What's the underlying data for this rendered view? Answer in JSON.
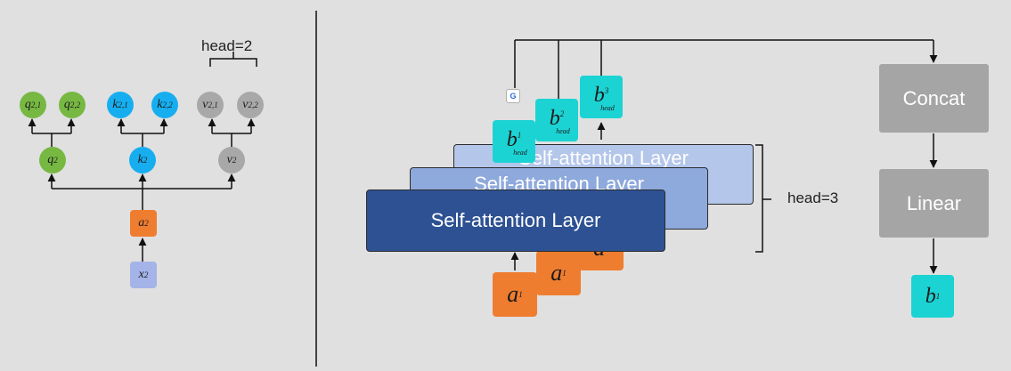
{
  "left": {
    "head_label": "head=2",
    "x": {
      "base": "x",
      "sub": "2"
    },
    "a": {
      "base": "a",
      "sub": "2"
    },
    "q": {
      "base": "q",
      "sub": "2"
    },
    "k": {
      "base": "k",
      "sub": "2"
    },
    "v": {
      "base": "v",
      "sub": "2"
    },
    "q_heads": [
      {
        "base": "q",
        "sub": "2,1"
      },
      {
        "base": "q",
        "sub": "2,2"
      }
    ],
    "k_heads": [
      {
        "base": "k",
        "sub": "2,1"
      },
      {
        "base": "k",
        "sub": "2,2"
      }
    ],
    "v_heads": [
      {
        "base": "v",
        "sub": "2,1"
      },
      {
        "base": "v",
        "sub": "2,2"
      }
    ]
  },
  "right": {
    "layers": [
      {
        "label": "Self-attention Layer",
        "color": "#2d5193"
      },
      {
        "label": "Self-attention Layer",
        "color": "#8ea9dc"
      },
      {
        "label": "Self-attention Layer",
        "color": "#b4c6ea"
      }
    ],
    "inputs": [
      {
        "base": "a",
        "sub": "1"
      },
      {
        "base": "a",
        "sub": "1"
      },
      {
        "base": "a",
        "sub": "1"
      }
    ],
    "outputs": [
      {
        "base": "b",
        "sup": "1",
        "sub": "head"
      },
      {
        "base": "b",
        "sup": "2",
        "sub": "head"
      },
      {
        "base": "b",
        "sup": "3",
        "sub": "head"
      }
    ],
    "head_label": "head=3",
    "concat_label": "Concat",
    "linear_label": "Linear",
    "final": {
      "base": "b",
      "sub": "1"
    }
  },
  "colors": {
    "q": "#77b843",
    "k": "#17aef0",
    "v": "#a8a8a8",
    "a": "#ef7d2f",
    "x": "#a4b4e8",
    "b_head": "#1cd3d4",
    "box": "#a5a5a5"
  }
}
